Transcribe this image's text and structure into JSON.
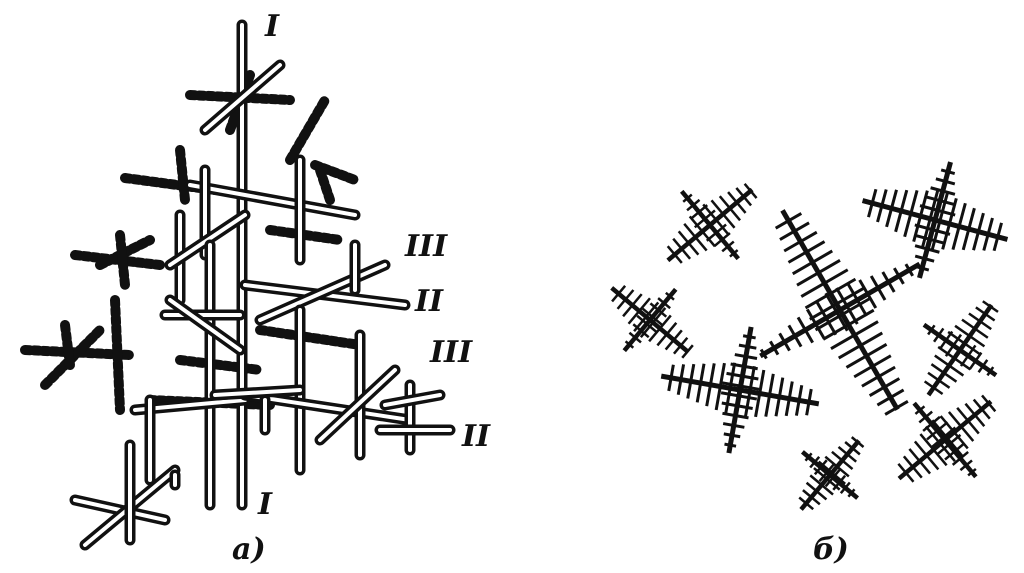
{
  "figure": {
    "panel_a": {
      "caption": "а)",
      "axis_labels": {
        "top_I": "I",
        "bottom_I": "I",
        "upper_III": "III",
        "upper_II": "II",
        "lower_III": "III",
        "lower_II": "II"
      }
    },
    "panel_b": {
      "caption": "б)"
    }
  },
  "colors": {
    "ink": "#111111",
    "background": "#ffffff"
  }
}
